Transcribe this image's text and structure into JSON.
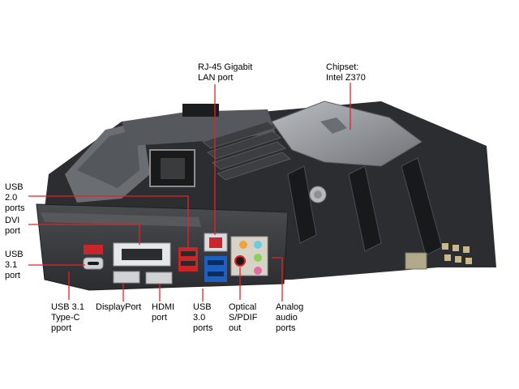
{
  "labels": {
    "rj45": "RJ-45 Gigabit\nLAN port",
    "chipset": "Chipset:\nIntel Z370",
    "usb20": "USB\n2.0\nports",
    "dvi": "DVI\nport",
    "usb31": "USB\n3.1\nport",
    "usb31c": "USB 3.1\nType-C\npport",
    "displayport": "DisplayPort",
    "hdmi": "HDMI\nport",
    "usb30": "USB\n3.0\nports",
    "optical": "Optical\nS/PDIF\nout",
    "analog": "Analog\naudio\nports"
  },
  "colors": {
    "callout_line": "#e8202a",
    "pcb": "#2b2d30",
    "heatsink": "#8a8d92",
    "io_shield": "#3a3c40"
  }
}
